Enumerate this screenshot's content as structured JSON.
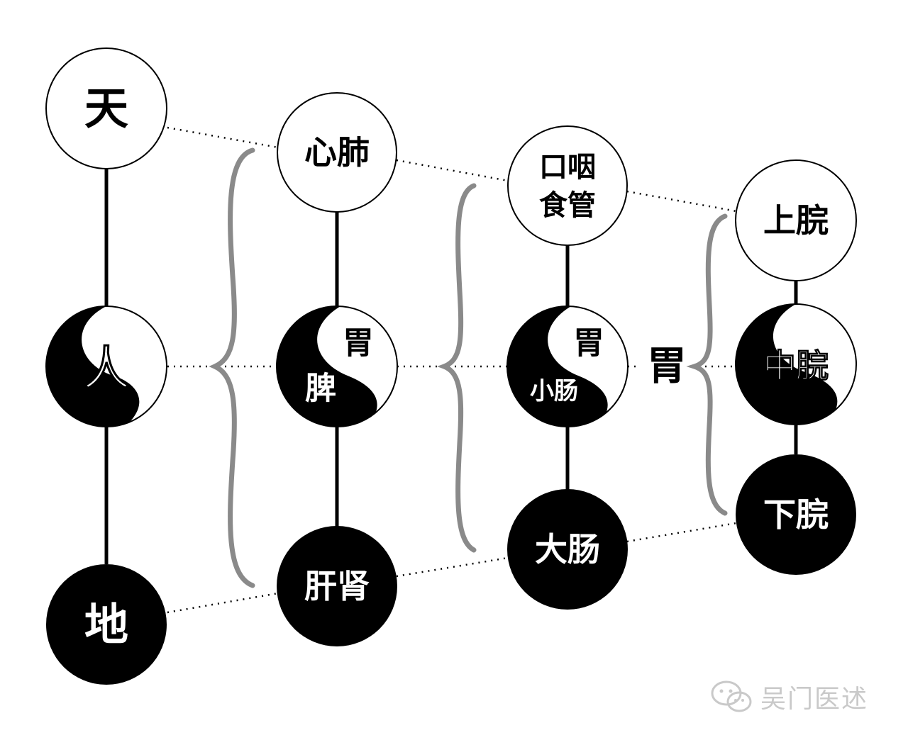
{
  "colors": {
    "ink": "#000000",
    "paper": "#ffffff",
    "brace": "#8a8a8a",
    "watermark": "#c9c9c9"
  },
  "columns": [
    {
      "top": "天",
      "middle": "人",
      "bottom": "地"
    },
    {
      "top": "心肺",
      "middle_upper": "胃",
      "middle_lower": "脾",
      "bottom": "肝肾"
    },
    {
      "top": [
        "口咽",
        "食管"
      ],
      "middle_upper": "胃",
      "middle_lower": "小肠",
      "bottom": "大肠"
    },
    {
      "top": "上脘",
      "middle": "中脘",
      "bottom": "下脘"
    }
  ],
  "group_label": "胃",
  "watermark": {
    "text": "吴门医述",
    "icon": "wechat-icon"
  }
}
